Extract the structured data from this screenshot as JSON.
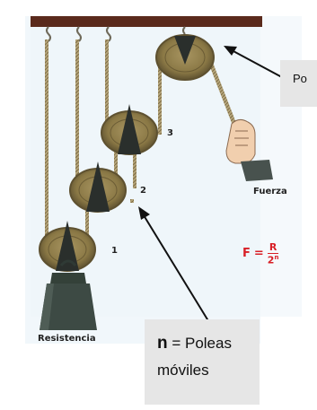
{
  "labels": {
    "pulley_1": "1",
    "pulley_2": "2",
    "pulley_3": "3",
    "force": "Fuerza",
    "resistance": "Resistencia"
  },
  "formula": {
    "lhs": "F",
    "equals": "=",
    "numerator": "R",
    "denominator_base": "2",
    "denominator_exp": "n"
  },
  "callouts": {
    "fixed_pulley": "Po",
    "n_symbol": "n",
    "n_text": " = Poleas móviles"
  },
  "colors": {
    "beam": "#5a2a1c",
    "pulley": "#8c7a45",
    "pulley_rim": "#5e5130",
    "rope": "#a9996e",
    "weight": "#3d4a44",
    "formula_red": "#d81f26",
    "callout_bg": "#e6e6e6"
  }
}
